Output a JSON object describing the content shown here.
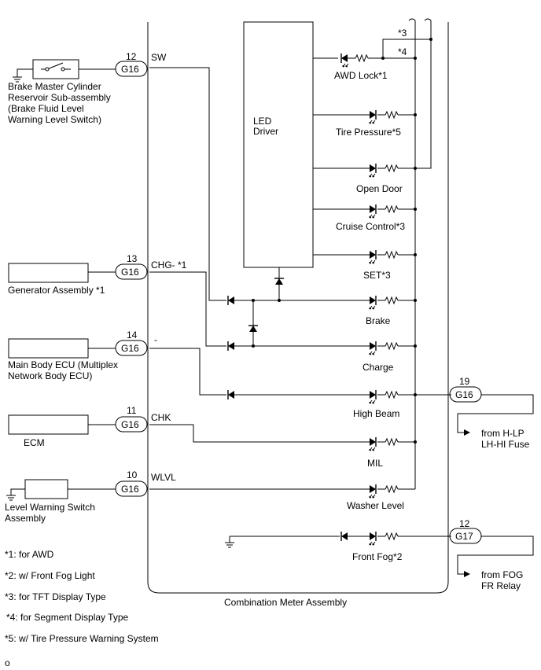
{
  "components": {
    "brake_switch": [
      "Brake Master Cylinder",
      "Reservoir Sub-assembly",
      "(Brake Fluid Level",
      "Warning Level Switch)"
    ],
    "generator": "Generator Assembly *1",
    "main_body_ecu": [
      "Main Body ECU (Multiplex",
      "Network Body ECU)"
    ],
    "ecm": "ECM",
    "level_warning_switch": [
      "Level Warning Switch",
      "Assembly"
    ],
    "meter": "Combination Meter Assembly",
    "led_driver": [
      "LED",
      "Driver"
    ]
  },
  "connectors": {
    "sw": {
      "pin": "12",
      "name": "G16",
      "signal": "SW"
    },
    "chg": {
      "pin": "13",
      "name": "G16",
      "signal": "CHG- *1"
    },
    "minus": {
      "pin": "14",
      "name": "G16",
      "signal": "-"
    },
    "chk": {
      "pin": "11",
      "name": "G16",
      "signal": "CHK"
    },
    "wlvl": {
      "pin": "10",
      "name": "G16",
      "signal": "WLVL"
    },
    "hlp": {
      "pin": "19",
      "name": "G16"
    },
    "fog": {
      "pin": "12",
      "name": "G17"
    }
  },
  "indicators": {
    "awd_lock": "AWD Lock*1",
    "tire_pressure": "Tire Pressure*5",
    "open_door": "Open Door",
    "cruise_control": "Cruise Control*3",
    "set": "SET*3",
    "brake": "Brake",
    "charge": "Charge",
    "high_beam": "High Beam",
    "mil": "MIL",
    "washer_level": "Washer Level",
    "front_fog": "Front Fog*2"
  },
  "markers": {
    "m3": "*3",
    "m4": "*4"
  },
  "sources": {
    "hlp": [
      "from H-LP",
      "LH-HI Fuse"
    ],
    "fog": [
      "from FOG",
      "FR Relay"
    ]
  },
  "notes": [
    "*1: for AWD",
    "*2: w/ Front Fog Light",
    "*3: for TFT Display Type",
    "*4: for Segment Display Type",
    "*5: w/ Tire Pressure Warning System"
  ],
  "footer_mark": "o"
}
